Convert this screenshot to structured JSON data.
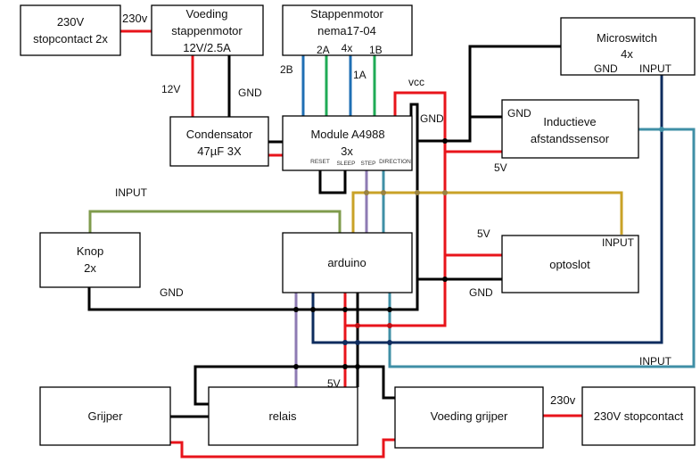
{
  "diagram": {
    "title": "Wiring diagram",
    "components": {
      "stopcontact_top": {
        "line1": "230V",
        "line2": "stopcontact 2x"
      },
      "voeding_stappenmotor": {
        "line1": "Voeding",
        "line2": "stappenmotor",
        "line3": "12V/2.5A"
      },
      "stappenmotor": {
        "line1": "Stappenmotor",
        "line2": "nema17-04",
        "count": "4x"
      },
      "microswitch": {
        "line1": "Microswitch",
        "line2": "4x",
        "pin_gnd": "GND",
        "pin_input": "INPUT"
      },
      "condensator": {
        "line1": "Condensator",
        "line2": "47µF 3X"
      },
      "module_a4988": {
        "line1": "Module A4988",
        "line2": "3x",
        "pins": {
          "reset": "RESET",
          "sleep": "SLEEP",
          "step": "STEP",
          "direction": "DIRECTION"
        }
      },
      "inductieve_sensor": {
        "line1": "Inductieve",
        "line2": "afstandssensor",
        "pin_gnd": "GND"
      },
      "knop": {
        "line1": "Knop",
        "line2": "2x"
      },
      "arduino": {
        "line1": "arduino"
      },
      "optoslot": {
        "line1": "optoslot",
        "pin_input": "INPUT"
      },
      "grijper": {
        "line1": "Grijper"
      },
      "relais": {
        "line1": "relais"
      },
      "voeding_grijper": {
        "line1": "Voeding grijper"
      },
      "stopcontact_bottom": {
        "line1": "230V stopcontact"
      }
    },
    "wire_labels": {
      "v230_top": "230v",
      "v12": "12V",
      "gnd_psu": "GND",
      "coil_2b": "2B",
      "coil_2a": "2A",
      "coil_1a": "1A",
      "coil_1b": "1B",
      "vcc": "vcc",
      "gnd_module": "GND",
      "v5_sensor": "5V",
      "input_knop": "INPUT",
      "gnd_knop": "GND",
      "v5_opto": "5V",
      "gnd_opto": "GND",
      "input_bottom": "INPUT",
      "v5_relais": "5V",
      "v230_bottom": "230v"
    },
    "wire_colors": {
      "power": "#e8141b",
      "ground": "#000000",
      "coil_blue": "#1f6fb4",
      "coil_green": "#1fab56",
      "button_input": "#7f9b4c",
      "optoslot_input": "#c9a227",
      "step": "#8e7bb3",
      "direction": "#3f8fa6",
      "microswitch_input": "#0e2c5e"
    }
  }
}
